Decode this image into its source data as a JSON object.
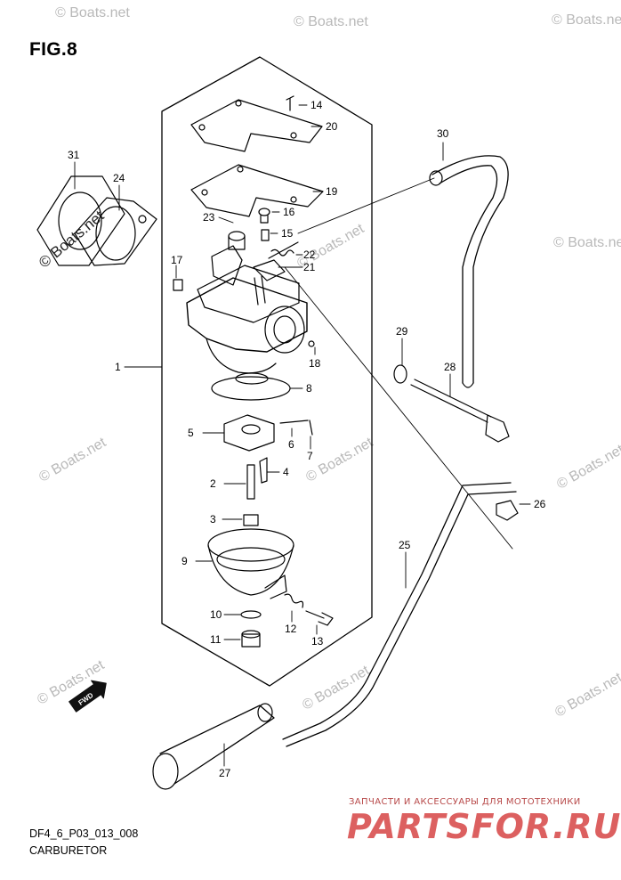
{
  "figure": {
    "title": "FIG.8",
    "code": "DF4_6_P03_013_008",
    "caption": "CARBURETOR"
  },
  "shop": {
    "tagline": "ЗАПЧАСТИ И АКСЕССУАРЫ ДЛЯ МОТОТЕХНИКИ",
    "logo": "PARTSFOR.RU"
  },
  "watermark": {
    "text": "© Boats.net",
    "rotated_text": "© Boats.net"
  },
  "fwd_label": "FWD",
  "callouts": [
    {
      "id": "c1",
      "label": "1"
    },
    {
      "id": "c2",
      "label": "2"
    },
    {
      "id": "c3",
      "label": "3"
    },
    {
      "id": "c4",
      "label": "4"
    },
    {
      "id": "c5",
      "label": "5"
    },
    {
      "id": "c6",
      "label": "6"
    },
    {
      "id": "c7",
      "label": "7"
    },
    {
      "id": "c8",
      "label": "8"
    },
    {
      "id": "c9",
      "label": "9"
    },
    {
      "id": "c10",
      "label": "10"
    },
    {
      "id": "c11",
      "label": "11"
    },
    {
      "id": "c12",
      "label": "12"
    },
    {
      "id": "c13",
      "label": "13"
    },
    {
      "id": "c14",
      "label": "14"
    },
    {
      "id": "c15",
      "label": "15"
    },
    {
      "id": "c16",
      "label": "16"
    },
    {
      "id": "c17",
      "label": "17"
    },
    {
      "id": "c18",
      "label": "18"
    },
    {
      "id": "c19",
      "label": "19"
    },
    {
      "id": "c20",
      "label": "20"
    },
    {
      "id": "c21",
      "label": "21"
    },
    {
      "id": "c22",
      "label": "22"
    },
    {
      "id": "c23",
      "label": "23"
    },
    {
      "id": "c24",
      "label": "24"
    },
    {
      "id": "c25",
      "label": "25"
    },
    {
      "id": "c26",
      "label": "26"
    },
    {
      "id": "c27",
      "label": "27"
    },
    {
      "id": "c28",
      "label": "28"
    },
    {
      "id": "c29",
      "label": "29"
    },
    {
      "id": "c30",
      "label": "30"
    },
    {
      "id": "c31",
      "label": "31"
    }
  ]
}
